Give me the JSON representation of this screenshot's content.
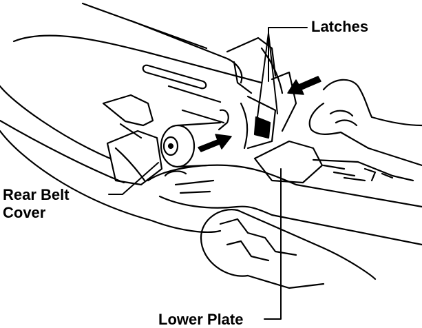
{
  "labels": {
    "latches": "Latches",
    "rear_belt_cover_line1": "Rear Belt",
    "rear_belt_cover_line2": "Cover",
    "lower_plate": "Lower Plate"
  },
  "colors": {
    "ink": "#000000",
    "paper": "#ffffff"
  }
}
